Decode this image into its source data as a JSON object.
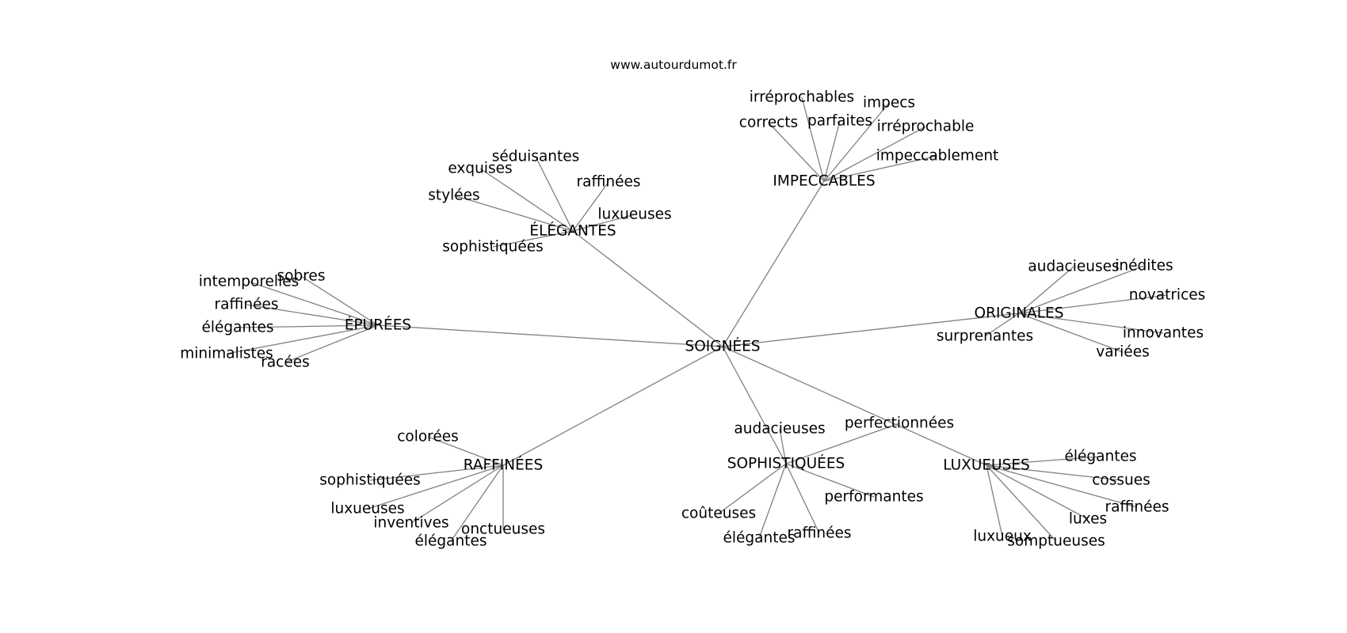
{
  "source_text": "www.autourdumot.fr",
  "colors": {
    "edge": "#808080",
    "text": "#000000",
    "background": "#ffffff"
  },
  "graph": {
    "center": "SOIGNÉES",
    "branches": [
      {
        "label": "IMPECCABLES",
        "leaves": [
          "corrects",
          "irréprochables",
          "parfaites",
          "impecs",
          "irréprochable",
          "impeccablement"
        ]
      },
      {
        "label": "ÉLÉGANTES",
        "leaves": [
          "exquises",
          "séduisantes",
          "raffinées",
          "stylées",
          "luxueuses",
          "sophistiquées"
        ]
      },
      {
        "label": "ÉPURÉES",
        "leaves": [
          "intemporelles",
          "sobres",
          "raffinées",
          "élégantes",
          "minimalistes",
          "racées"
        ]
      },
      {
        "label": "ORIGINALES",
        "leaves": [
          "audacieuses",
          "inédites",
          "novatrices",
          "surprenantes",
          "innovantes",
          "variées"
        ]
      },
      {
        "label": "RAFFINÉES",
        "leaves": [
          "colorées",
          "sophistiquées",
          "luxueuses",
          "inventives",
          "élégantes",
          "onctueuses"
        ]
      },
      {
        "label": "SOPHISTIQUÉES",
        "leaves": [
          "audacieuses",
          "perfectionnées",
          "performantes",
          "coûteuses",
          "élégantes",
          "raffinées"
        ]
      },
      {
        "label": "LUXUEUSES",
        "leaves": [
          "élégantes",
          "cossues",
          "raffinées",
          "luxes",
          "luxueux",
          "somptueuses"
        ]
      }
    ]
  }
}
